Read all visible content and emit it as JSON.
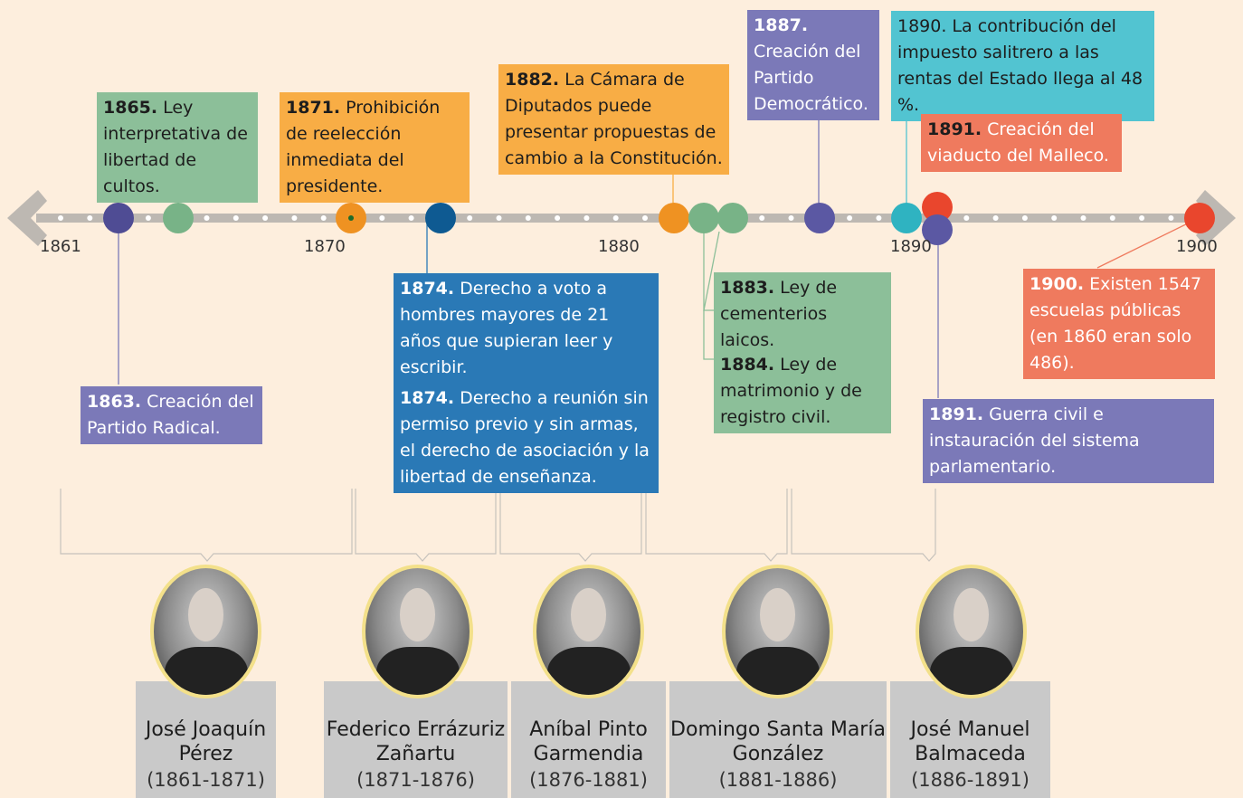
{
  "axis": {
    "ticks": [
      "1861",
      "1870",
      "1880",
      "1890",
      "1900"
    ]
  },
  "colors": {
    "green": "#8cbf99",
    "orange": "#f8ad45",
    "purple": "#7b79b8",
    "teal": "#52c4d1",
    "salmon": "#ef7a5e",
    "blue": "#2a79b6",
    "navy": "#0e5a92"
  },
  "events": {
    "e1865": {
      "year": "1865.",
      "text": " Ley interpretativa de libertad de cultos."
    },
    "e1871": {
      "year": "1871.",
      "text": " Prohibición de reelección inmediata del presidente."
    },
    "e1882": {
      "year": "1882.",
      "text": " La Cámara de Diputados puede presentar propuestas de cambio a la Constitución."
    },
    "e1887": {
      "year": "1887.",
      "text": "Creación del Partido Democrático."
    },
    "e1890": {
      "year": "",
      "text": "1890. La contribución del impuesto salitrero a las rentas del Estado llega al 48 %."
    },
    "e1891a": {
      "year": "1891.",
      "text": " Creación del viaducto del Malleco."
    },
    "e1863": {
      "year": "1863.",
      "text": " Creación del Partido Radical."
    },
    "e1874a": {
      "year": "1874.",
      "text": " Derecho a voto a hombres mayores de 21 años que supieran leer y escribir."
    },
    "e1874b": {
      "year": "1874.",
      "text": " Derecho a reunión sin permiso previo y sin armas, el derecho de asociación y la libertad de enseñanza."
    },
    "e1883": {
      "year": "1883.",
      "text": " Ley de cementerios laicos."
    },
    "e1884": {
      "year": "1884.",
      "text": " Ley de matrimonio y de registro civil."
    },
    "e1900": {
      "year": "1900.",
      "text": " Existen 1547 escuelas públicas (en 1860 eran solo 486)."
    },
    "e1891b": {
      "year": "1891.",
      "text": " Guerra civil e instauración del sistema parlamentario."
    }
  },
  "presidents": [
    {
      "name": "José Joaquín Pérez",
      "years": "(1861-1871)"
    },
    {
      "name": "Federico Errázuriz Zañartu",
      "years": "(1871-1876)"
    },
    {
      "name": "Aníbal Pinto Garmendia",
      "years": "(1876-1881)"
    },
    {
      "name": "Domingo Santa María González",
      "years": "(1881-1886)"
    },
    {
      "name": "José Manuel Balmaceda",
      "years": "(1886-1891)"
    }
  ]
}
